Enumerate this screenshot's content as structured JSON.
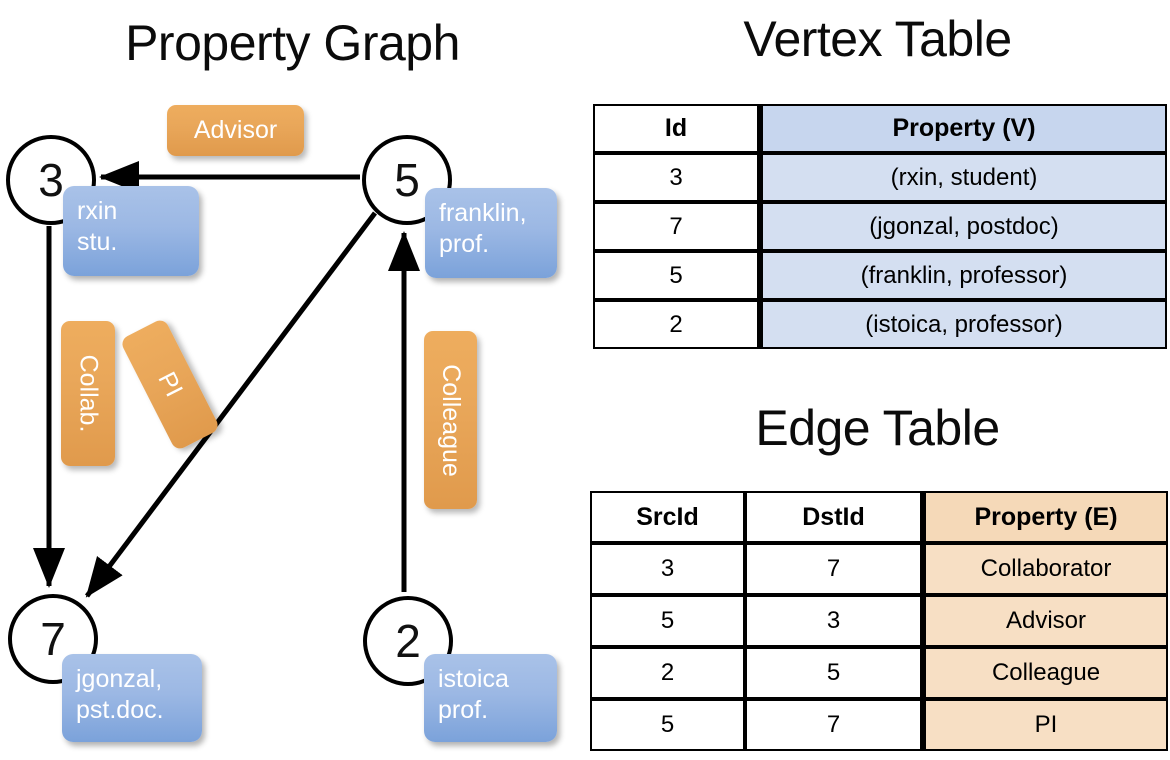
{
  "titles": {
    "property_graph": "Property Graph",
    "vertex_table": "Vertex Table",
    "edge_table": "Edge Table"
  },
  "colors": {
    "vertex_property_fill": "#d4dff1",
    "edge_property_fill": "#f7dfc4",
    "node_box_blue": "#9cb8e4",
    "edge_label_orange": "#e9a75a",
    "stroke": "#000000"
  },
  "graph": {
    "vertices": [
      {
        "id": "3",
        "property_line1": "rxin",
        "property_line2": "stu."
      },
      {
        "id": "5",
        "property_line1": "franklin,",
        "property_line2": "prof."
      },
      {
        "id": "7",
        "property_line1": "jgonzal,",
        "property_line2": "pst.doc."
      },
      {
        "id": "2",
        "property_line1": "istoica",
        "property_line2": "prof."
      }
    ],
    "edge_labels": [
      {
        "name": "advisor",
        "text": "Advisor"
      },
      {
        "name": "collab",
        "text": "Collab."
      },
      {
        "name": "pi",
        "text": "PI"
      },
      {
        "name": "colleague",
        "text": "Colleague"
      }
    ],
    "arrows": [
      {
        "name": "edge-5-to-3",
        "from": "5",
        "to": "3",
        "label": "Advisor"
      },
      {
        "name": "edge-3-to-7",
        "from": "3",
        "to": "7",
        "label": "Collab."
      },
      {
        "name": "edge-5-to-7",
        "from": "5",
        "to": "7",
        "label": "PI"
      },
      {
        "name": "edge-2-to-5",
        "from": "2",
        "to": "5",
        "label": "Colleague"
      }
    ]
  },
  "vertex_table": {
    "headers": [
      "Id",
      "Property (V)"
    ],
    "rows": [
      {
        "id": "3",
        "property": "(rxin, student)"
      },
      {
        "id": "7",
        "property": "(jgonzal, postdoc)"
      },
      {
        "id": "5",
        "property": "(franklin, professor)"
      },
      {
        "id": "2",
        "property": "(istoica, professor)"
      }
    ]
  },
  "edge_table": {
    "headers": [
      "SrcId",
      "DstId",
      "Property (E)"
    ],
    "rows": [
      {
        "src": "3",
        "dst": "7",
        "property": "Collaborator"
      },
      {
        "src": "5",
        "dst": "3",
        "property": "Advisor"
      },
      {
        "src": "2",
        "dst": "5",
        "property": "Colleague"
      },
      {
        "src": "5",
        "dst": "7",
        "property": "PI"
      }
    ]
  }
}
